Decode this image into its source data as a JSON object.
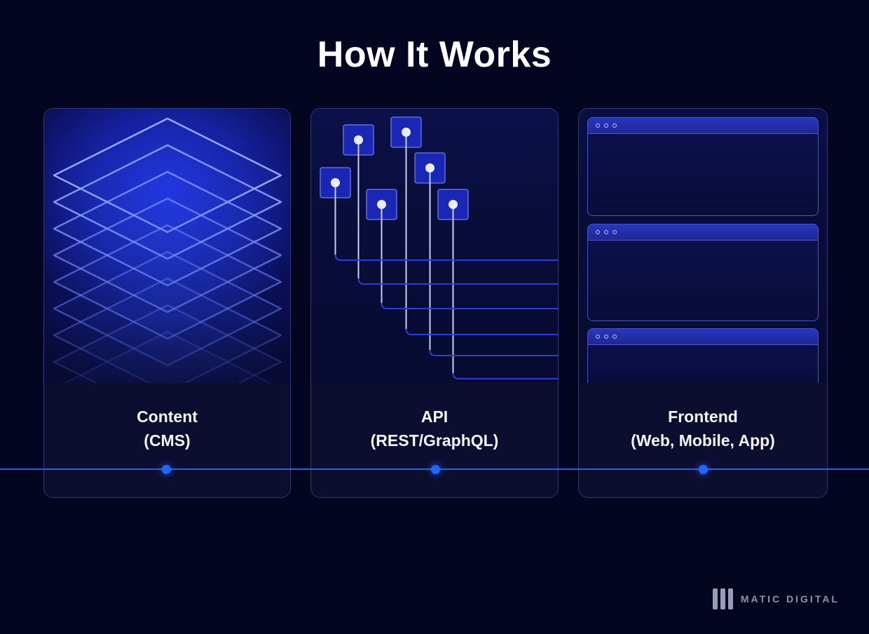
{
  "title": "How It Works",
  "panels": [
    {
      "name": "Content",
      "label_line1": "Content",
      "label_line2": "(CMS)"
    },
    {
      "name": "API",
      "label_line1": "API",
      "label_line2": "(REST/GraphQL)"
    },
    {
      "name": "Frontend",
      "label_line1": "Frontend",
      "label_line2": "(Web, Mobile, App)"
    }
  ],
  "branding": {
    "logo_text": "MATIC DIGITAL"
  },
  "colors": {
    "background": "#030521",
    "panel_background": "#0b0e2f",
    "panel_border": "rgba(108,124,214,0.40)",
    "glow_blue": "#1d30dd",
    "accent_line": "#2e5cf0",
    "node_dot": "#2166ff",
    "square_fill": "#1a27b4",
    "light_connector": "#c6cdf0",
    "blue_connector": "#2b3ed2",
    "text": "#f4f5fb",
    "brand_gray": "#8e94a9"
  }
}
